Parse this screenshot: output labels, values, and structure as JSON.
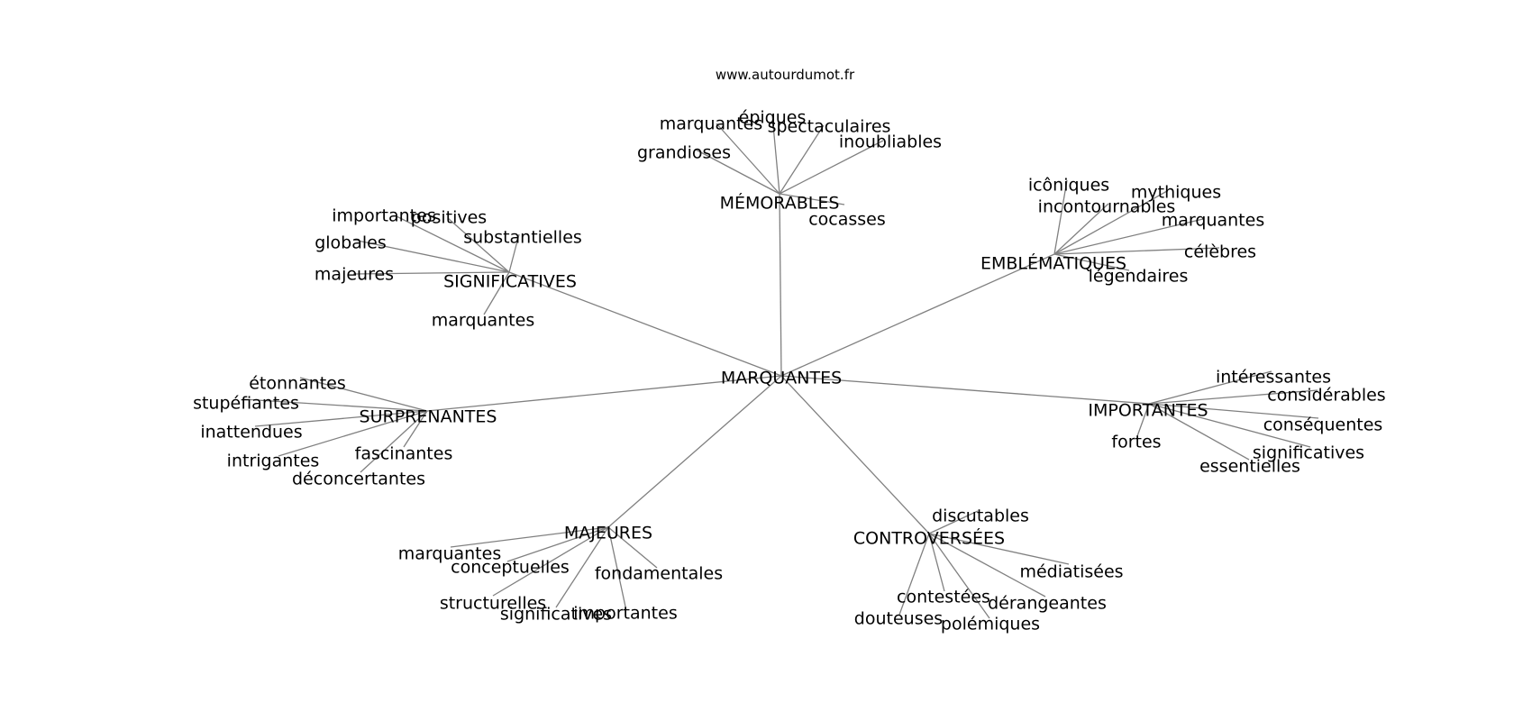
{
  "header": {
    "site": "www.autourdumot.fr"
  },
  "graph": {
    "center": "MARQUANTES",
    "clusters": [
      {
        "id": "memorables",
        "label": "MÉMORABLES",
        "leaves": [
          "grandioses",
          "marquantes",
          "épiques",
          "spectaculaires",
          "inoubliables",
          "cocasses"
        ]
      },
      {
        "id": "significatives",
        "label": "SIGNIFICATIVES",
        "leaves": [
          "importantes",
          "positives",
          "substantielles",
          "globales",
          "majeures",
          "marquantes"
        ]
      },
      {
        "id": "emblematiques",
        "label": "EMBLÉMATIQUES",
        "leaves": [
          "icôniques",
          "mythiques",
          "incontournables",
          "marquantes",
          "célèbres",
          "légendaires"
        ]
      },
      {
        "id": "surprenantes",
        "label": "SURPRENANTES",
        "leaves": [
          "étonnantes",
          "stupéfiantes",
          "inattendues",
          "intrigantes",
          "fascinantes",
          "déconcertantes"
        ]
      },
      {
        "id": "importantes",
        "label": "IMPORTANTES",
        "leaves": [
          "intéressantes",
          "considérables",
          "conséquentes",
          "significatives",
          "essentielles",
          "fortes"
        ]
      },
      {
        "id": "majeures",
        "label": "MAJEURES",
        "leaves": [
          "marquantes",
          "conceptuelles",
          "fondamentales",
          "structurelles",
          "significatives",
          "importantes"
        ]
      },
      {
        "id": "controversees",
        "label": "CONTROVERSÉES",
        "leaves": [
          "discutables",
          "médiatisées",
          "contestées",
          "dérangeantes",
          "douteuses",
          "polémiques"
        ]
      }
    ]
  }
}
